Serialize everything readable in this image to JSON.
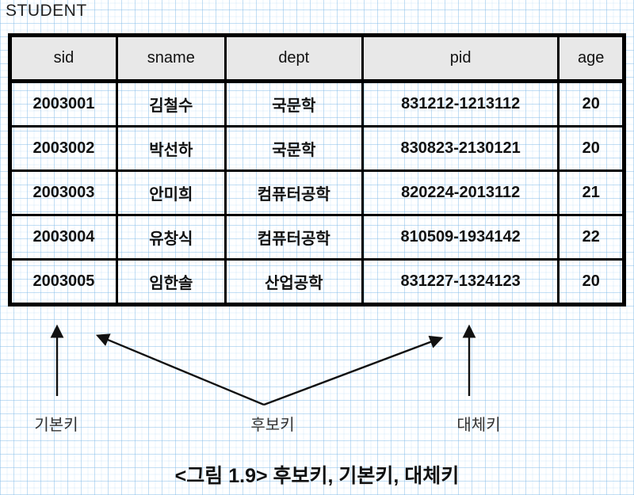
{
  "relation_name": "STUDENT",
  "table": {
    "columns": [
      "sid",
      "sname",
      "dept",
      "pid",
      "age"
    ],
    "rows": [
      [
        "2003001",
        "김철수",
        "국문학",
        "831212-1213112",
        "20"
      ],
      [
        "2003002",
        "박선하",
        "국문학",
        "830823-2130121",
        "20"
      ],
      [
        "2003003",
        "안미희",
        "컴퓨터공학",
        "820224-2013112",
        "21"
      ],
      [
        "2003004",
        "유창식",
        "컴퓨터공학",
        "810509-1934142",
        "22"
      ],
      [
        "2003005",
        "임한솔",
        "산업공학",
        "831227-1324123",
        "20"
      ]
    ]
  },
  "annotations": {
    "primary_key_label": "기본키",
    "candidate_key_label": "후보키",
    "alternate_key_label": "대체키"
  },
  "caption": "<그림 1.9> 후보키, 기본키, 대체키",
  "colors": {
    "table_border": "#000000",
    "header_background": "#e8e8e8",
    "grid_line": "#cfe2f3",
    "text": "#111111",
    "label_text": "#333333"
  }
}
